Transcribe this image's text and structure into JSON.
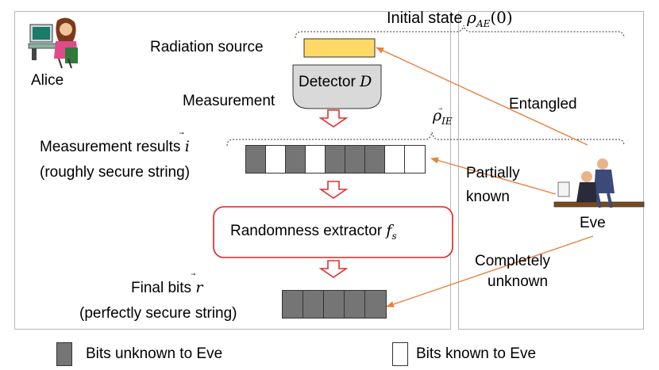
{
  "alice": {
    "label": "Alice"
  },
  "eve": {
    "label": "Eve"
  },
  "initial_state": {
    "prefix": "Initial state ",
    "symbol": "ρ",
    "subscript": "AE",
    "suffix": "(0)"
  },
  "source": {
    "label": "Radiation source"
  },
  "detector": {
    "prefix": "Detector ",
    "symbol": "D"
  },
  "measurement": {
    "label": "Measurement"
  },
  "rho_ie": {
    "symbol": "ρ",
    "subscript": "IE",
    "arrow_on": "I"
  },
  "entangled": {
    "label": "Entangled"
  },
  "results": {
    "prefix": "Measurement results ",
    "vector": "i",
    "subtitle": "(roughly secure string)"
  },
  "partially": {
    "line1": "Partially",
    "line2": "known"
  },
  "extractor": {
    "prefix": "Randomness extractor ",
    "symbol": "f",
    "subscript": "s"
  },
  "completely": {
    "line1": "Completely",
    "line2": "unknown"
  },
  "final": {
    "prefix": "Final bits ",
    "vector": "r",
    "subtitle": "(perfectly secure string)"
  },
  "measured_bits": [
    "unknown",
    "known",
    "unknown",
    "known",
    "unknown",
    "unknown",
    "unknown",
    "known",
    "known"
  ],
  "final_bits": [
    "unknown",
    "unknown",
    "unknown",
    "unknown",
    "unknown"
  ],
  "legend": {
    "unknown_label": "Bits unknown to Eve",
    "known_label": "Bits known to Eve"
  },
  "colors": {
    "source": "#ffd966",
    "arrow_down": "#e03030",
    "arrow_eve": "#e8803c",
    "extractor_border": "#e02020",
    "bit_dark": "#757575"
  }
}
